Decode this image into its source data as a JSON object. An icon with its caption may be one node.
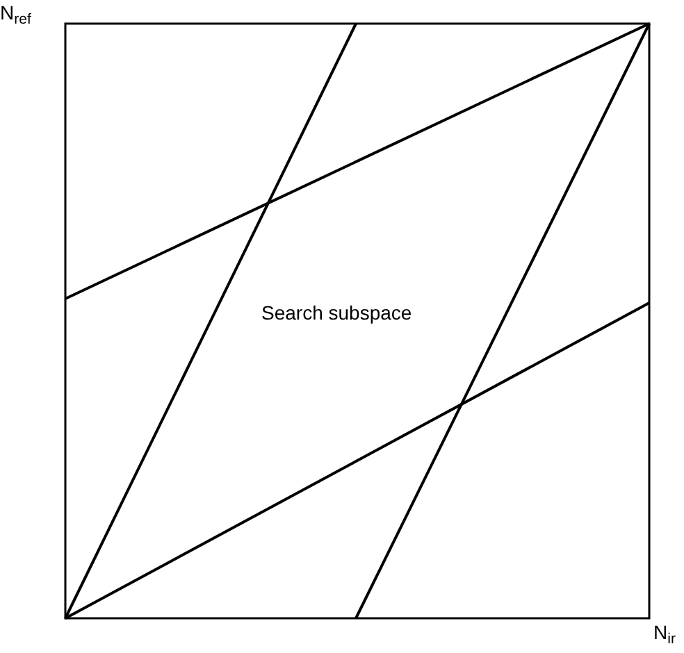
{
  "diagram": {
    "labels": [
      "N$_{ref}$",
      "Search subspace",
      "N$_{ir}$"
    ]
  }
}
